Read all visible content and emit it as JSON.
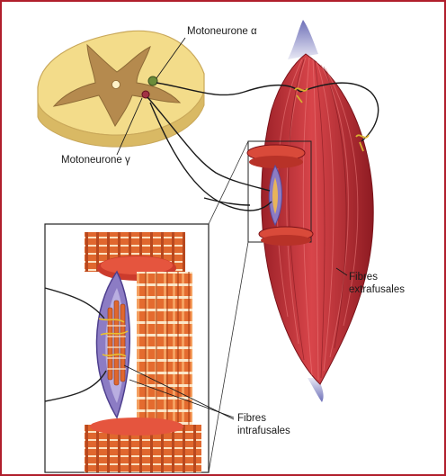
{
  "labels": {
    "motoneurone_alpha": "Motoneurone α",
    "motoneurone_gamma": "Motoneurone γ",
    "fibres_extrafusales_1": "Fibres",
    "fibres_extrafusales_2": "extrafusales",
    "fibres_intrafusales_1": "Fibres",
    "fibres_intrafusales_2": "intrafusales"
  },
  "colors": {
    "frame_border": "#b01e2c",
    "muscle_red": "#c8323a",
    "muscle_dark": "#8e1b22",
    "spinal_cord_cream": "#f3dc8a",
    "grey_matter": "#b58a4e",
    "spindle_capsule": "#7a6ab8",
    "fiber_orange": "#e0672e",
    "nerve_line": "#222222"
  }
}
